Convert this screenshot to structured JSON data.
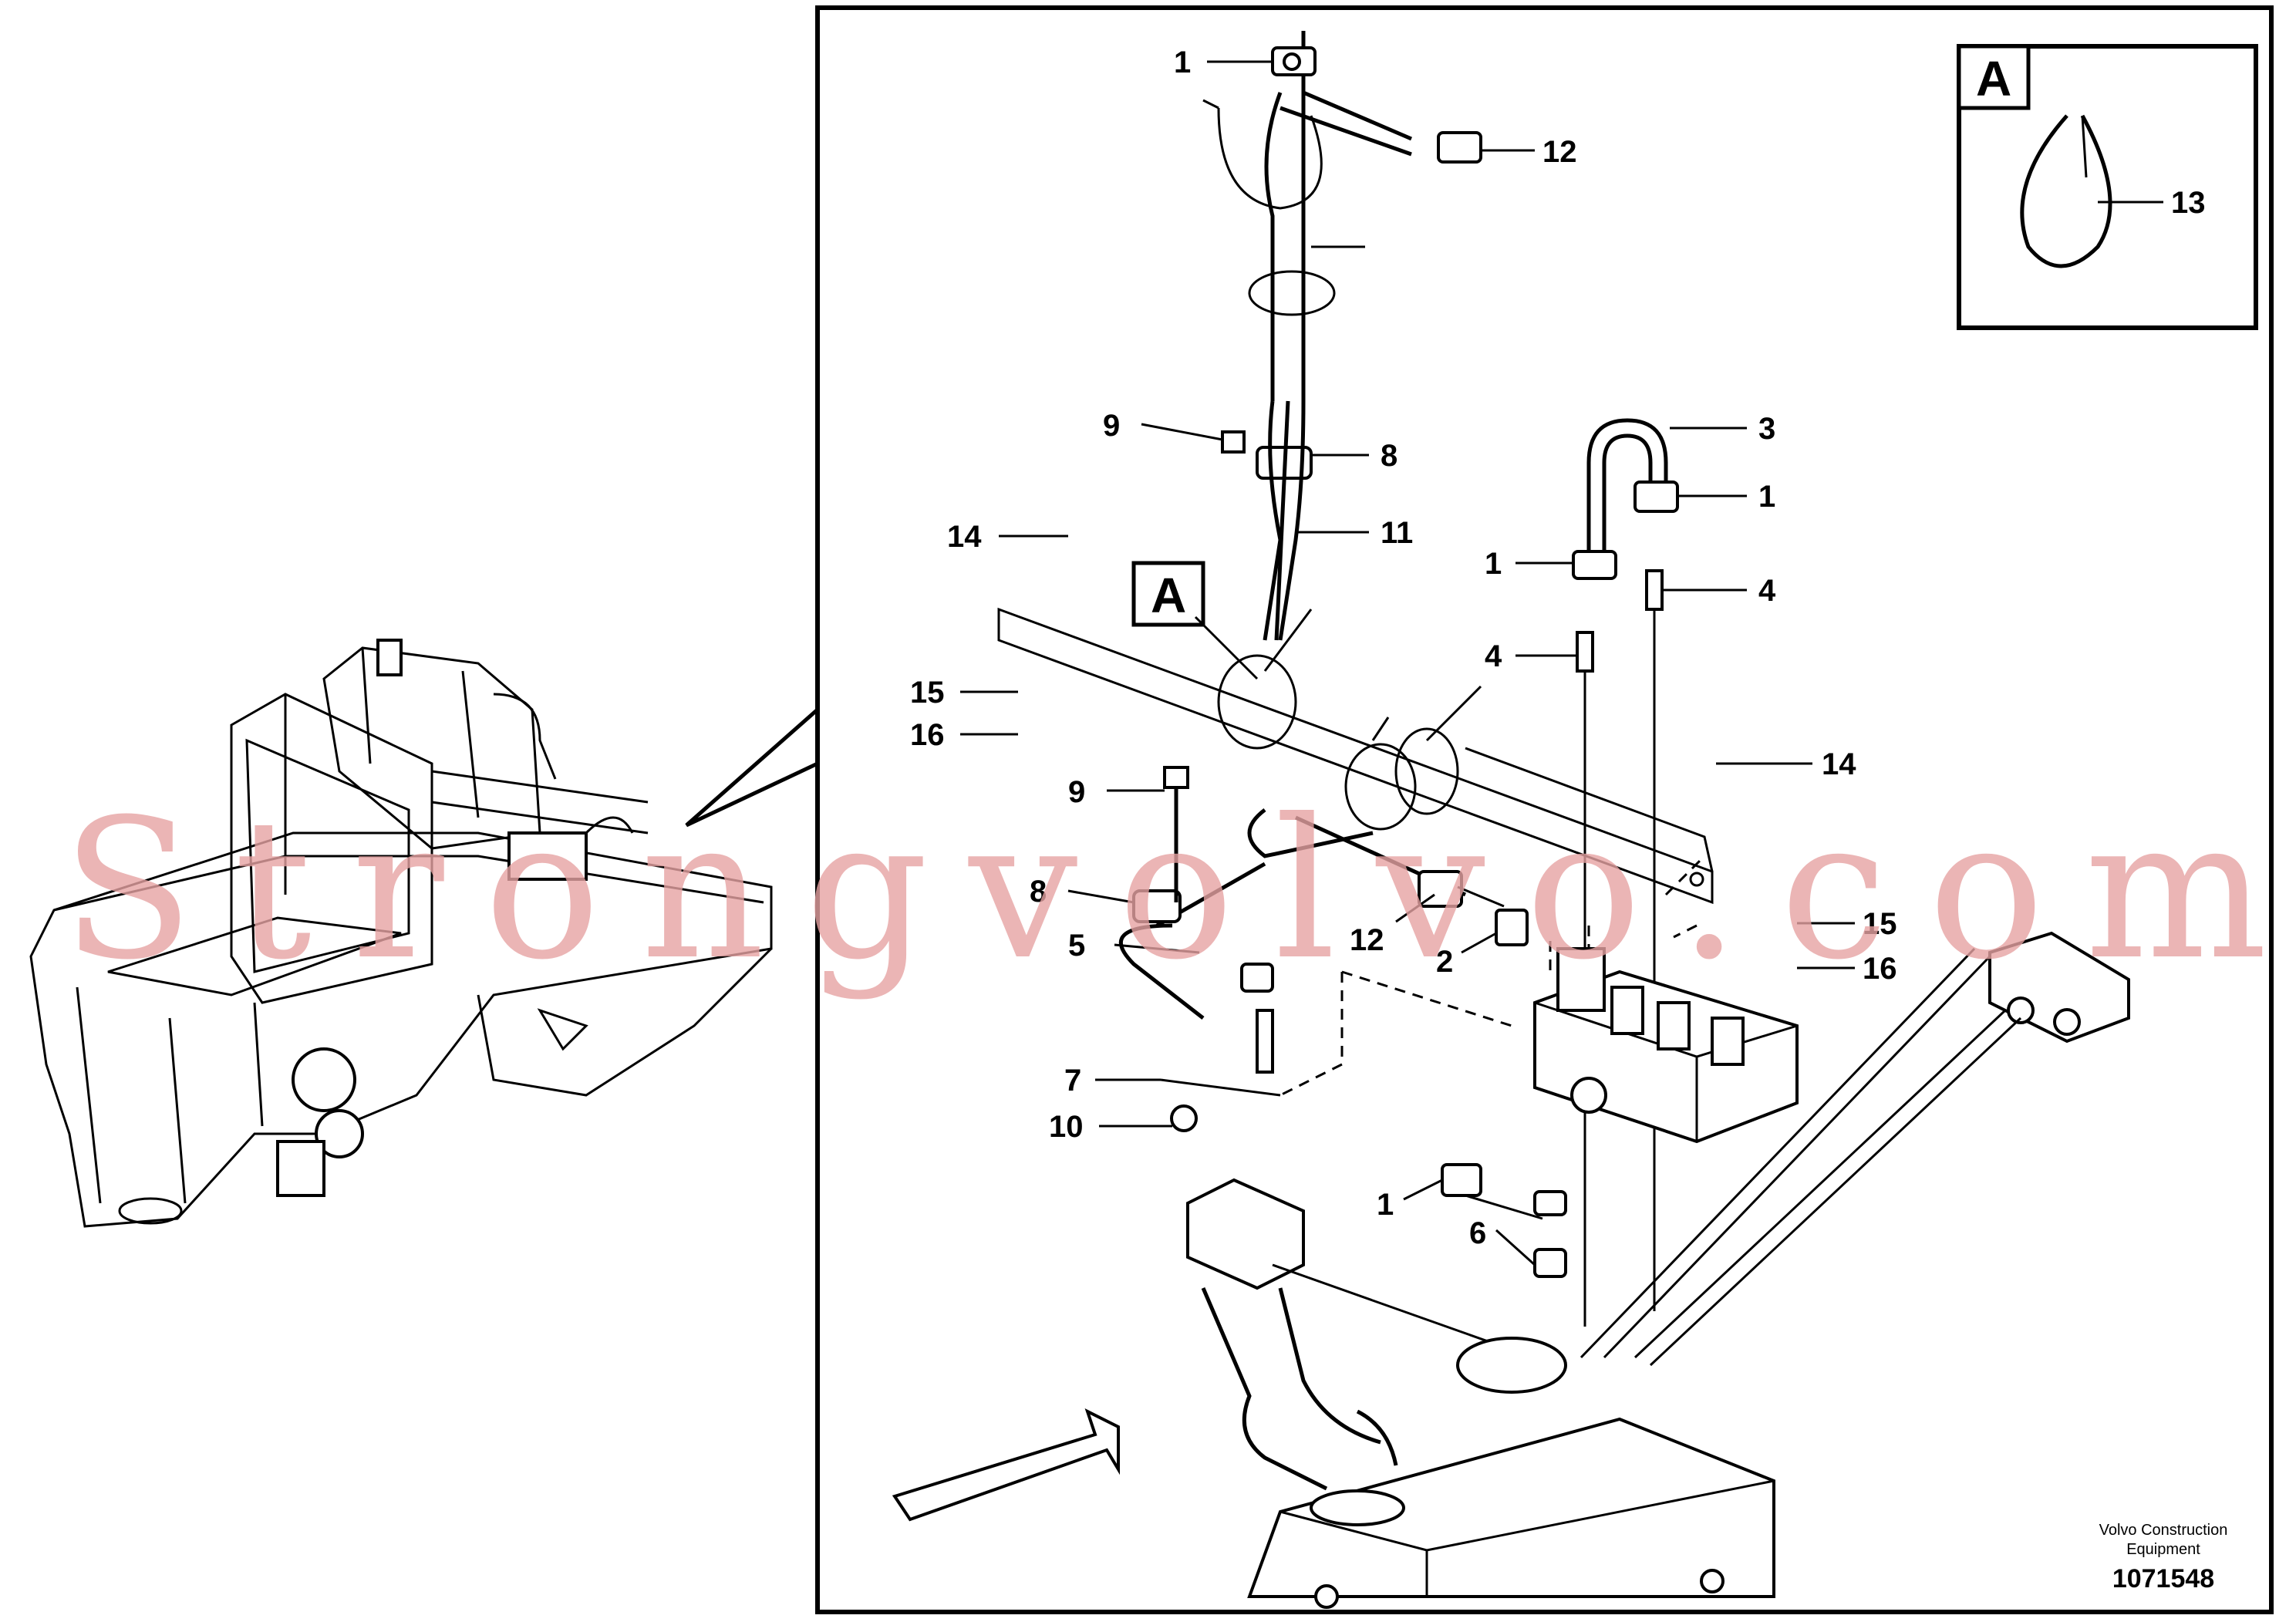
{
  "watermark": "Strongvolvo.com",
  "detail_label": "A",
  "detail_marker_label": "A",
  "callouts": {
    "c1a": "1",
    "c12a": "12",
    "c13": "13",
    "c9a": "9",
    "c8a": "8",
    "c3": "3",
    "c1b": "1",
    "c14a": "14",
    "c11": "11",
    "c1c": "1",
    "c4a": "4",
    "c4b": "4",
    "c15a": "15",
    "c16a": "16",
    "c14b": "14",
    "c9b": "9",
    "c8b": "8",
    "c12b": "12",
    "c2": "2",
    "c5": "5",
    "c15b": "15",
    "c16b": "16",
    "c7": "7",
    "c10": "10",
    "c1d": "1",
    "c6": "6"
  },
  "footer": {
    "line1": "Volvo Construction",
    "line2": "Equipment",
    "drawing_number": "1071548"
  }
}
